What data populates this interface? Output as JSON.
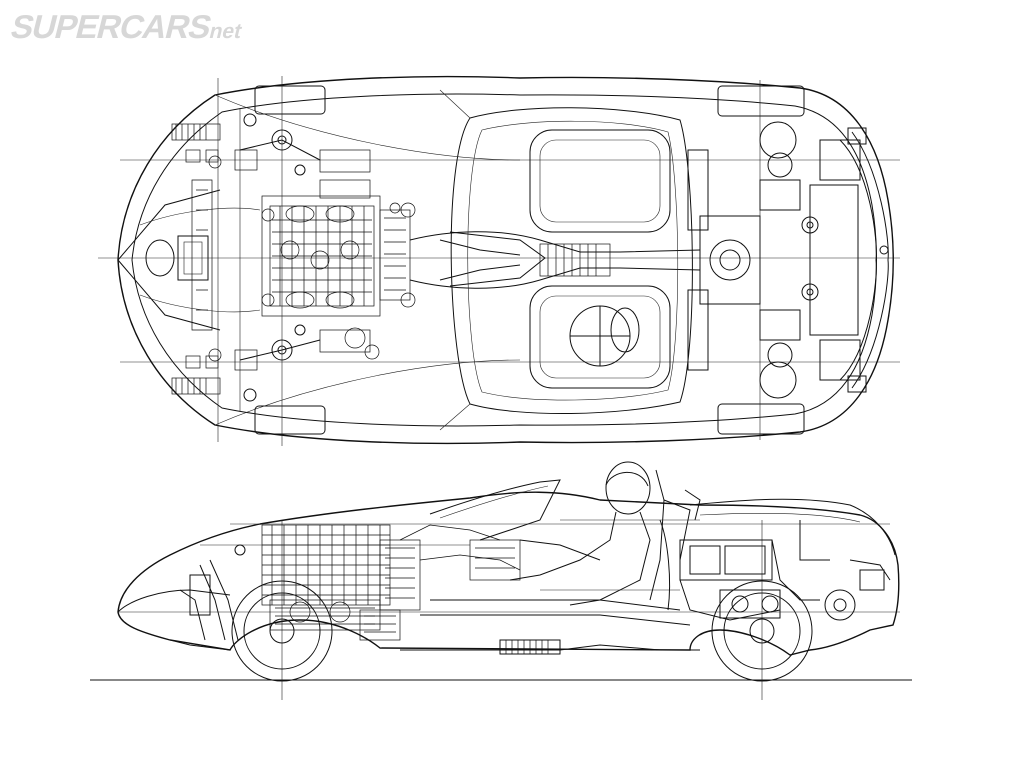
{
  "watermark": {
    "main": "SUPERCARS",
    "suffix": "net"
  },
  "views": {
    "top": "top-view",
    "side": "side-view"
  }
}
